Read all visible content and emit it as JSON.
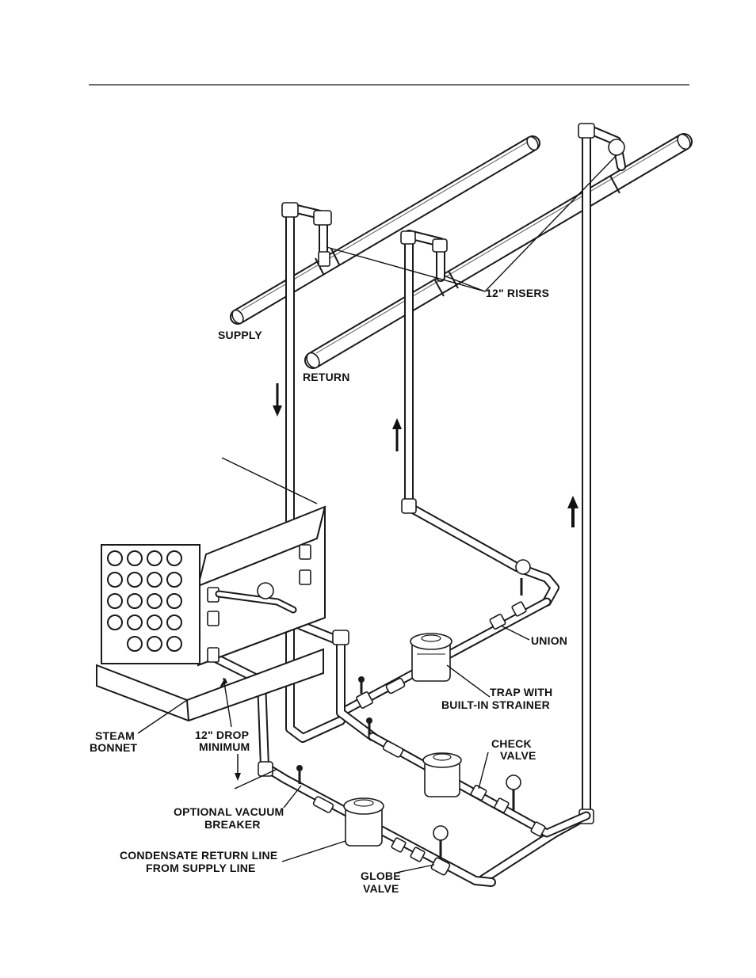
{
  "labels": {
    "risers": "12\" RISERS",
    "supply": "SUPPLY",
    "return": "RETURN",
    "union": "UNION",
    "trap_line1": "TRAP WITH",
    "trap_line2": "BUILT-IN STRAINER",
    "check_line1": "CHECK",
    "check_line2": "VALVE",
    "steam_line1": "STEAM",
    "steam_line2": "BONNET",
    "drop_line1": "12\" DROP",
    "drop_line2": "MINIMUM",
    "vacuum_line1": "OPTIONAL VACUUM",
    "vacuum_line2": "BREAKER",
    "condensate_line1": "CONDENSATE RETURN LINE",
    "condensate_line2": "FROM SUPPLY LINE",
    "globe_line1": "GLOBE",
    "globe_line2": "VALVE"
  },
  "colors": {
    "ink": "#1a1a1a",
    "paper": "#ffffff"
  }
}
